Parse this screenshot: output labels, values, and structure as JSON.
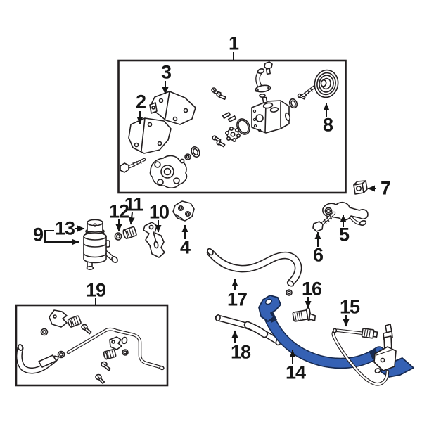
{
  "diagram": {
    "kind": "exploded-parts-diagram",
    "background_color": "#ffffff",
    "line_color": "#231f20",
    "highlight_fill": "#3561b4",
    "highlight_outline": "#16294f",
    "highlighted_callout": "14",
    "boxed_callouts": [
      "1",
      "19"
    ],
    "callouts": [
      "1",
      "2",
      "3",
      "4",
      "5",
      "6",
      "7",
      "8",
      "9",
      "10",
      "11",
      "12",
      "13",
      "14",
      "15",
      "16",
      "17",
      "18",
      "19"
    ]
  }
}
